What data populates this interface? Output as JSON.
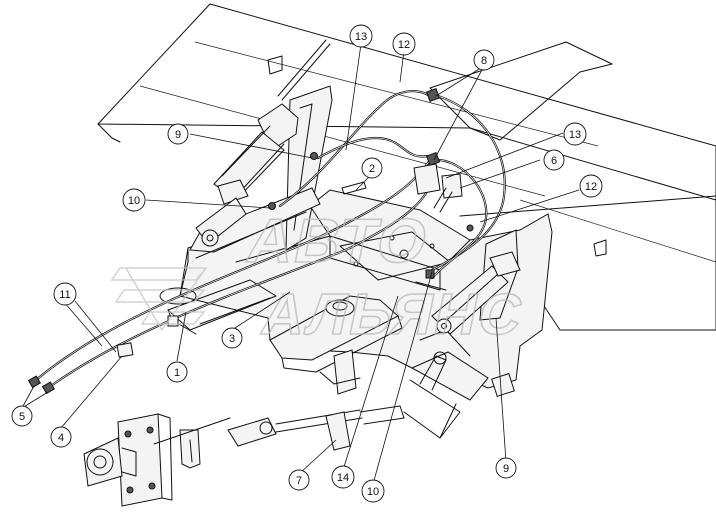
{
  "watermark": {
    "line1": "АВТО",
    "line2": "АЛЬЯНС"
  },
  "callouts": [
    {
      "label": "1"
    },
    {
      "label": "2"
    },
    {
      "label": "3"
    },
    {
      "label": "4"
    },
    {
      "label": "5"
    },
    {
      "label": "6"
    },
    {
      "label": "7"
    },
    {
      "label": "8"
    },
    {
      "label": "9"
    },
    {
      "label": "9"
    },
    {
      "label": "10"
    },
    {
      "label": "10"
    },
    {
      "label": "11"
    },
    {
      "label": "12"
    },
    {
      "label": "12"
    },
    {
      "label": "13"
    },
    {
      "label": "13"
    },
    {
      "label": "14"
    }
  ]
}
